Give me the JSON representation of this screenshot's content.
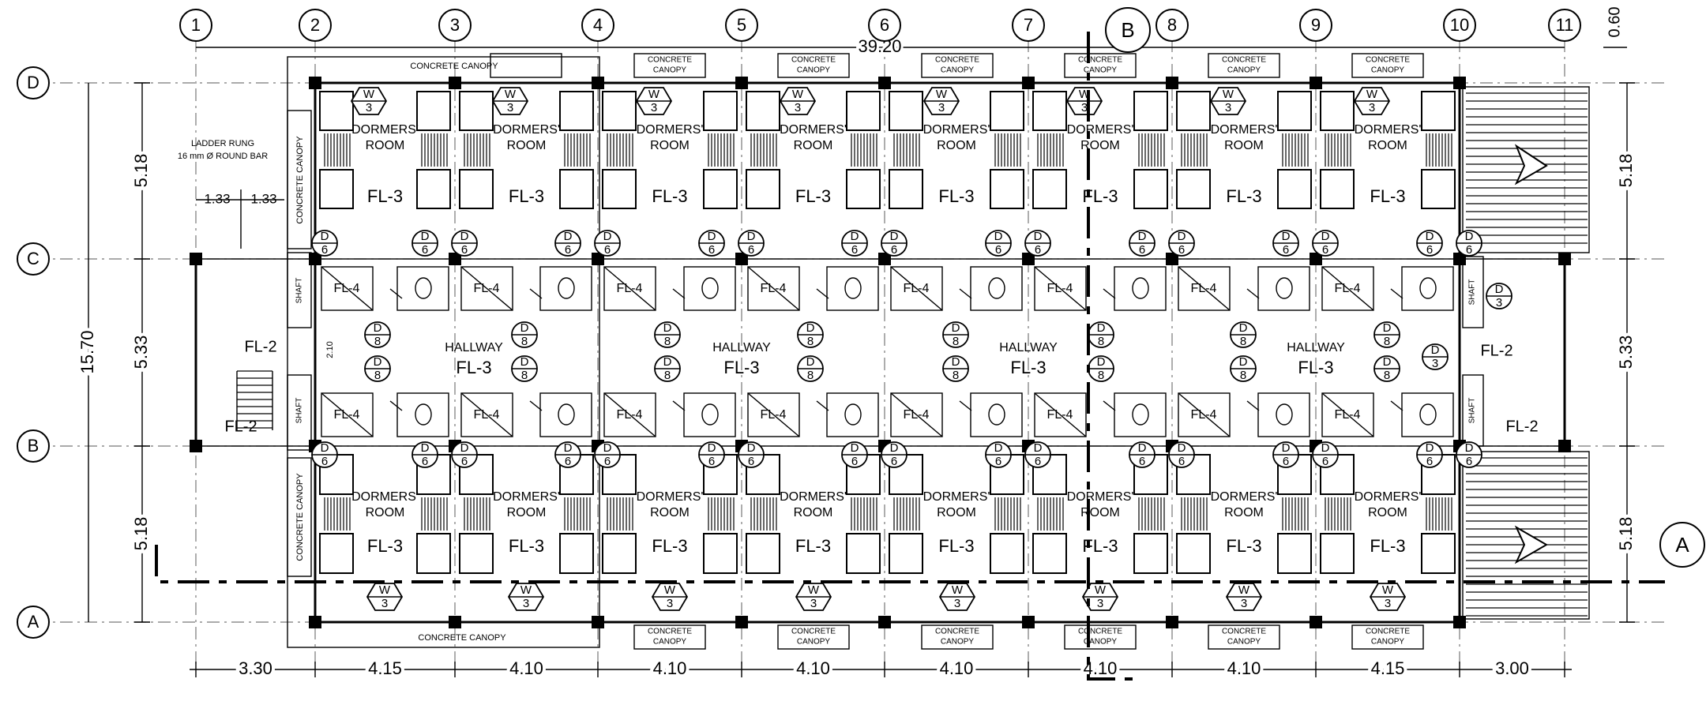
{
  "grid": {
    "columns": [
      "1",
      "2",
      "3",
      "4",
      "5",
      "6",
      "7",
      "8",
      "9",
      "10",
      "11"
    ],
    "rows": [
      "D",
      "C",
      "B",
      "A"
    ]
  },
  "dimensions": {
    "overall_length": "39.20",
    "overall_width": "15.70",
    "top_offset": "0.60",
    "bay_widths": [
      "3.30",
      "4.15",
      "4.10",
      "4.10",
      "4.10",
      "4.10",
      "4.10",
      "4.10",
      "4.15",
      "3.00"
    ],
    "row_heights_left": [
      "5.18",
      "5.33",
      "5.18"
    ],
    "row_heights_right": [
      "5.18",
      "5.33",
      "5.18"
    ],
    "ladder_spacing": [
      "1.33",
      "1.33"
    ],
    "corridor_small": "2.10"
  },
  "labels": {
    "concrete_canopy": "CONCRETE CANOPY",
    "concrete": "CONCRETE",
    "canopy": "CANOPY",
    "ladder_rung_line1": "LADDER RUNG",
    "ladder_rung_line2": "16 mm Ø ROUND BAR",
    "dormers": "DORMERS'",
    "room": "ROOM",
    "hallway": "HALLWAY",
    "floor_fl3": "FL-3",
    "floor_fl2": "FL-2",
    "floor_fl4": "FL-4",
    "shaft": "SHAFT",
    "door_d": "D",
    "door_6": "6",
    "door_8": "8",
    "door_3": "3",
    "window_w": "W",
    "window_3": "3"
  },
  "section_markers": {
    "a": "A",
    "b": "B"
  }
}
